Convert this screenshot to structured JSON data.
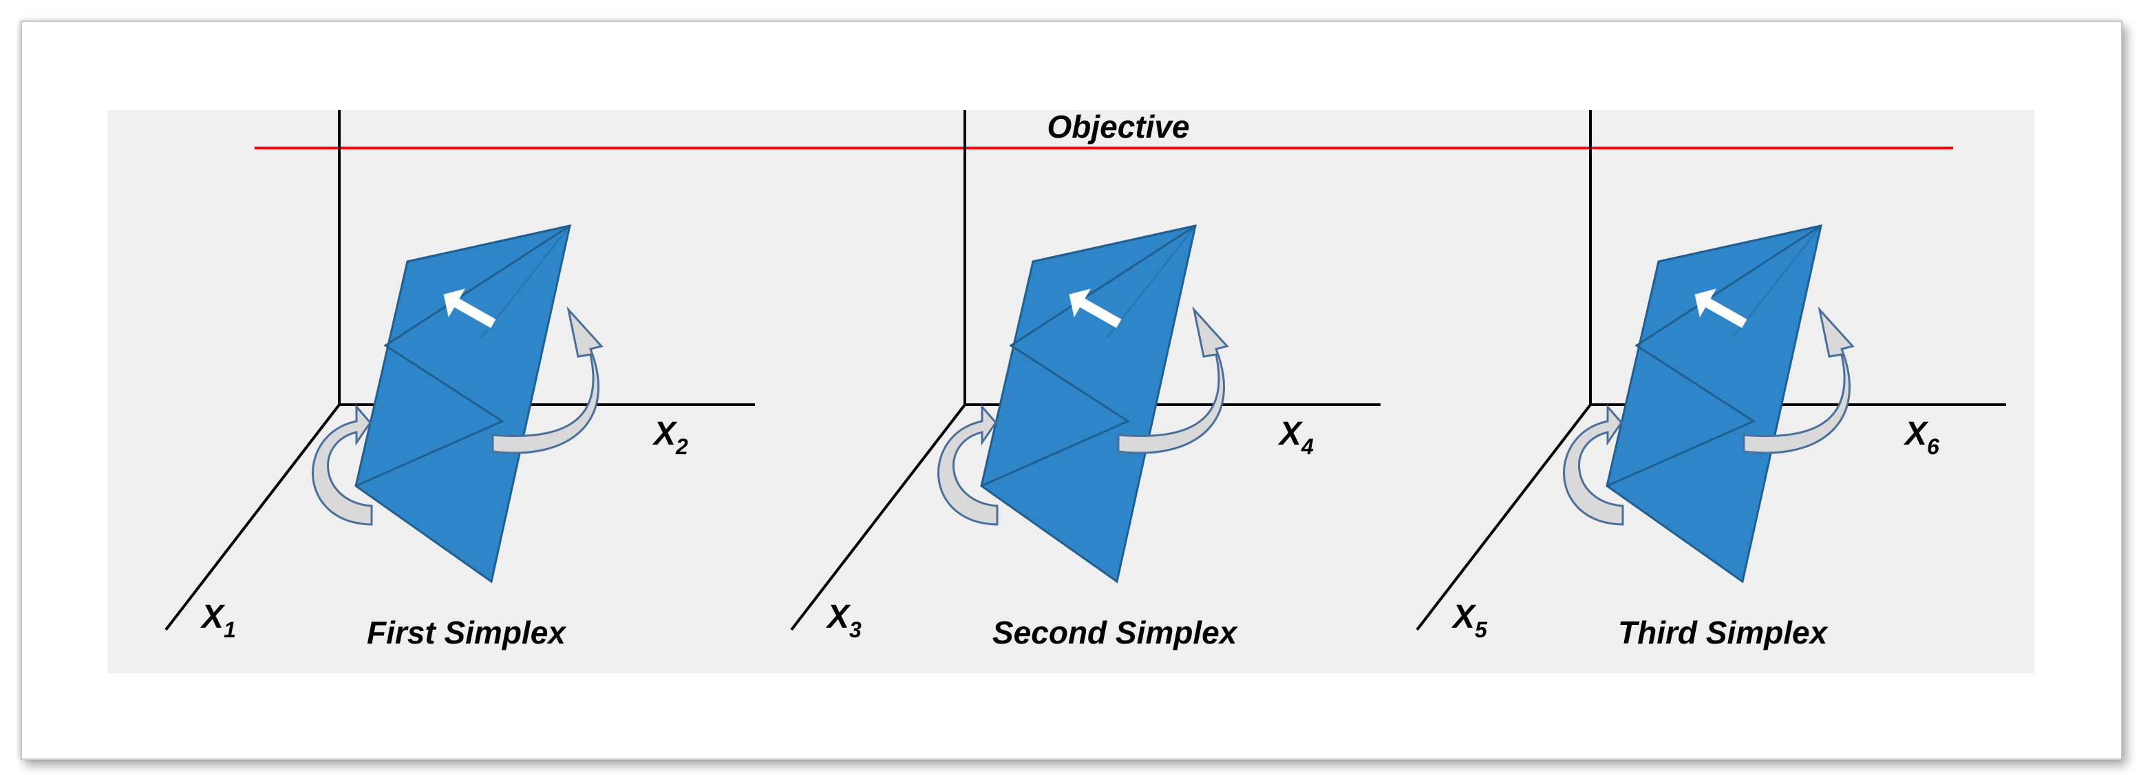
{
  "objective_label": "Objective",
  "colors": {
    "panel_bg": "#efefef",
    "objective_line": "#ff0000",
    "simplex_fill": "#2e86c8",
    "simplex_edge": "#1f5f91",
    "arrow_fill": "#d9d9d9",
    "arrow_edge": "#4a6f9a"
  },
  "simplexes": [
    {
      "title": "First Simplex",
      "x_axis": {
        "base": "X",
        "sub": "1"
      },
      "y_axis": {
        "base": "X",
        "sub": "2"
      }
    },
    {
      "title": "Second Simplex",
      "x_axis": {
        "base": "X",
        "sub": "3"
      },
      "y_axis": {
        "base": "X",
        "sub": "4"
      }
    },
    {
      "title": "Third Simplex",
      "x_axis": {
        "base": "X",
        "sub": "5"
      },
      "y_axis": {
        "base": "X",
        "sub": "6"
      }
    }
  ]
}
